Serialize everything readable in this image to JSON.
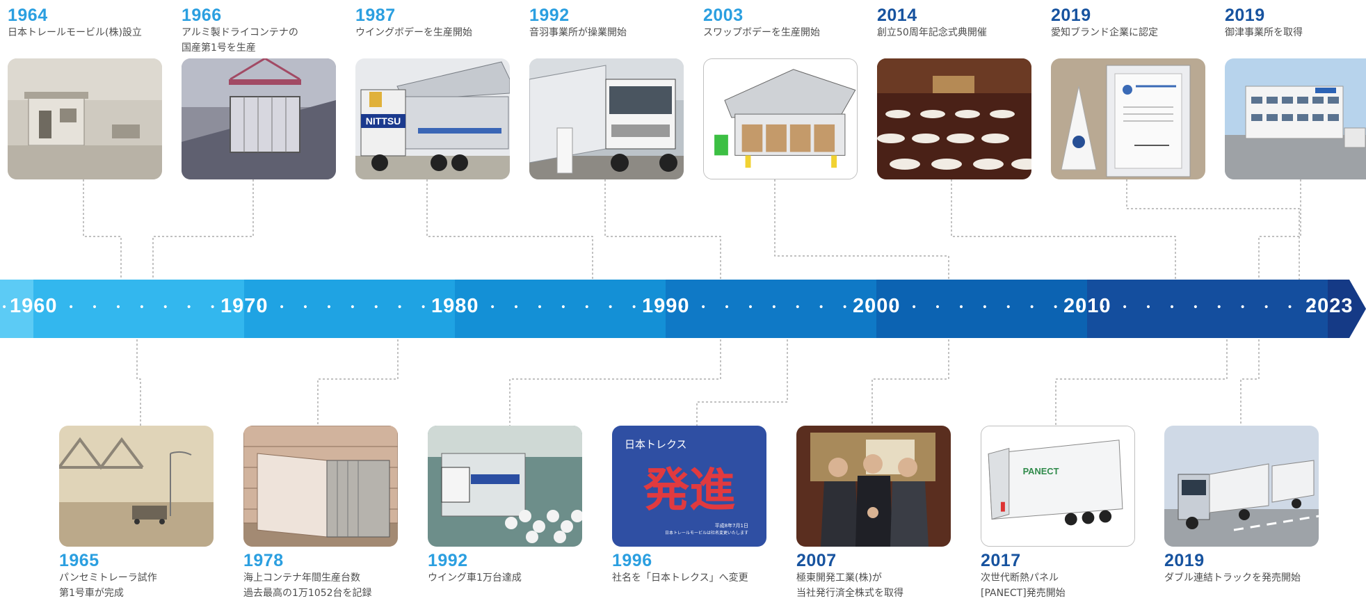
{
  "timeline": {
    "axis_labels": [
      "1960",
      "1970",
      "1980",
      "1990",
      "2000",
      "2010",
      "2023"
    ],
    "dots": "• • • • • • • • •",
    "dots_lead": "•"
  },
  "top_events": [
    {
      "year": "1964",
      "caption": "日本トレールモービル(株)設立"
    },
    {
      "year": "1966",
      "caption": "アルミ製ドライコンテナの\n国産第1号を生産"
    },
    {
      "year": "1987",
      "caption": "ウイングボデーを生産開始"
    },
    {
      "year": "1992",
      "caption": "音羽事業所が操業開始"
    },
    {
      "year": "2003",
      "caption": "スワップボデーを生産開始"
    },
    {
      "year": "2014",
      "caption": "創立50周年記念式典開催"
    },
    {
      "year": "2019",
      "caption": "愛知ブランド企業に認定"
    },
    {
      "year": "2019",
      "caption": "御津事業所を取得"
    }
  ],
  "bottom_events": [
    {
      "year": "1965",
      "caption": "パンセミトレーラ試作\n第1号車が完成"
    },
    {
      "year": "1978",
      "caption": "海上コンテナ年間生産台数\n過去最高の1万1052台を記録"
    },
    {
      "year": "1992",
      "caption": "ウイング車1万台達成"
    },
    {
      "year": "1996",
      "caption": "社名を「日本トレクス」へ変更"
    },
    {
      "year": "2007",
      "caption": "極東開発工業(株)が\n当社発行済全株式を取得"
    },
    {
      "year": "2017",
      "caption": "次世代断熱パネル\n[PANECT]発売開始"
    },
    {
      "year": "2019",
      "caption": "ダブル連結トラックを発売開始"
    }
  ],
  "photo_text": {
    "nittsu": "NITTSU",
    "poster_brand": "日本トレクス",
    "poster_main": "発進",
    "poster_note_1": "平成8年7月1日",
    "poster_note_2": "日本トレールモービルは社名変更いたします",
    "panect": "PANECT"
  },
  "colors": {
    "year_light": "#2b9fe0",
    "year_dark": "#17539f",
    "band_start": "#5ccbf5",
    "band_end": "#153a86"
  }
}
